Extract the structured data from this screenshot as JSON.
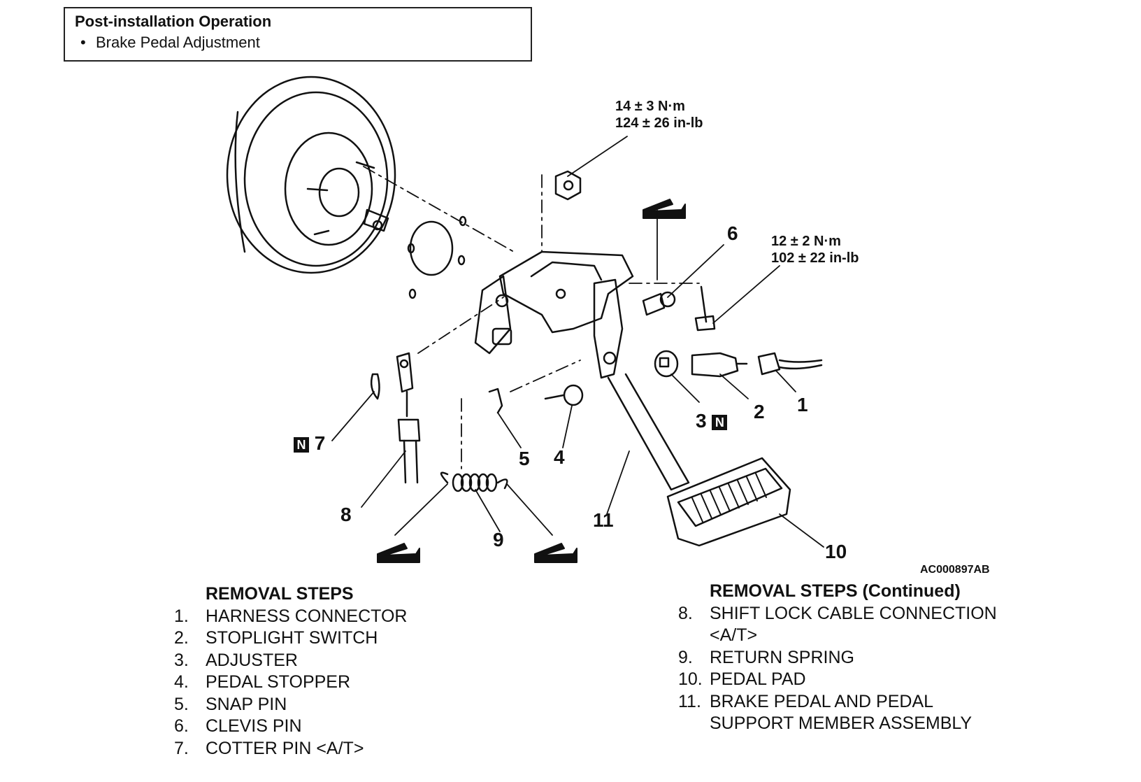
{
  "header_box": {
    "title": "Post-installation Operation",
    "bullet": "•",
    "item": "Brake Pedal Adjustment"
  },
  "torque_specs": {
    "upper": {
      "line1": "14 ± 3 N·m",
      "line2": "124 ± 26 in-lb"
    },
    "right": {
      "line1": "12 ± 2 N·m",
      "line2": "102 ± 22 in-lb"
    }
  },
  "callouts": {
    "c1": "1",
    "c2": "2",
    "c3": "3",
    "c4": "4",
    "c5": "5",
    "c6": "6",
    "c7": "7",
    "c8": "8",
    "c9": "9",
    "c10": "10",
    "c11": "11"
  },
  "badges": {
    "n_symbol": "N"
  },
  "figure_id": "AC000897AB",
  "removal_steps_left": {
    "heading": "REMOVAL STEPS",
    "items": [
      {
        "num": "1.",
        "label": "HARNESS CONNECTOR"
      },
      {
        "num": "2.",
        "label": "STOPLIGHT SWITCH"
      },
      {
        "num": "3.",
        "label": "ADJUSTER"
      },
      {
        "num": "4.",
        "label": "PEDAL STOPPER"
      },
      {
        "num": "5.",
        "label": "SNAP PIN"
      },
      {
        "num": "6.",
        "label": "CLEVIS PIN"
      },
      {
        "num": "7.",
        "label": "COTTER PIN <A/T>"
      }
    ]
  },
  "removal_steps_right": {
    "heading": "REMOVAL STEPS (Continued)",
    "items": [
      {
        "num": "8.",
        "label": "SHIFT LOCK CABLE CONNECTION",
        "label2": "<A/T>"
      },
      {
        "num": "9.",
        "label": "RETURN SPRING"
      },
      {
        "num": "10.",
        "label": "PEDAL PAD"
      },
      {
        "num": "11.",
        "label": "BRAKE PEDAL AND PEDAL",
        "label2": "SUPPORT MEMBER ASSEMBLY"
      }
    ]
  }
}
